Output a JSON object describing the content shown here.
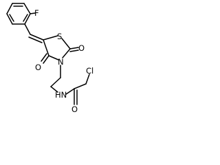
{
  "atoms": {
    "fluorine": "F",
    "ring_sulfur": "S",
    "ring_carbonyl_oxygen_top": "O",
    "ring_carbonyl_oxygen_left": "O",
    "ring_nitrogen": "N",
    "amide_nh": "HN",
    "chlorine": "Cl",
    "amide_oxygen": "O"
  },
  "colors": {
    "bond": "#000000",
    "label": "#000000",
    "background": "#ffffff"
  }
}
